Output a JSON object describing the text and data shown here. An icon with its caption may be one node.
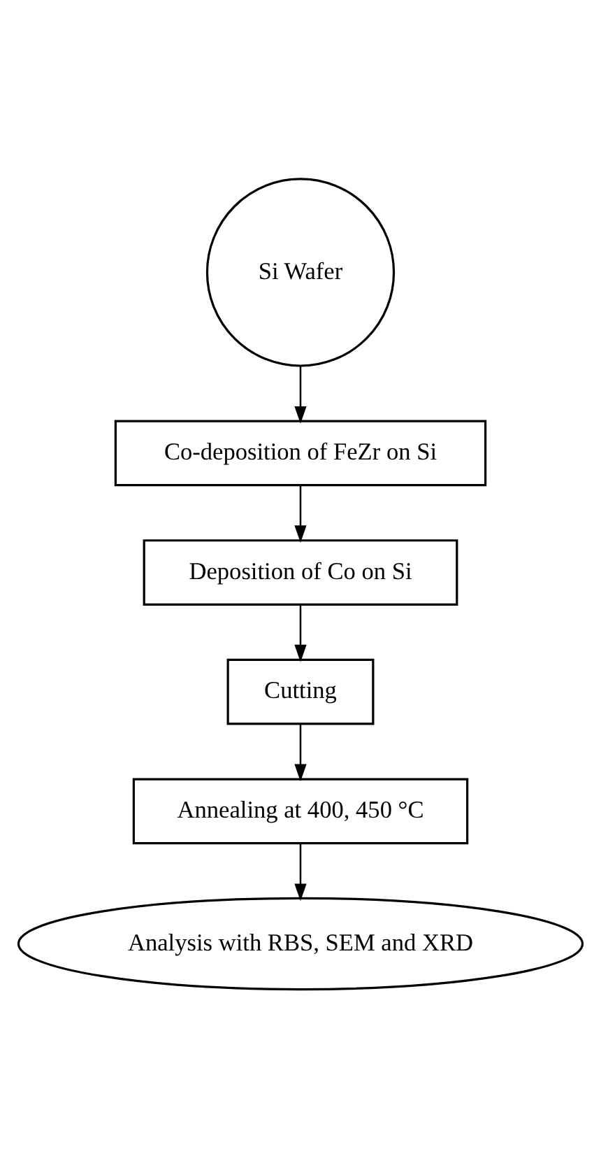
{
  "diagram": {
    "nodes": [
      {
        "text": [
          "Si Wafer"
        ]
      },
      {
        "text": [
          "Co-deposition of FeZr on Si"
        ]
      },
      {
        "text": [
          "Deposition of Co on Si"
        ]
      },
      {
        "text": [
          "Cutting"
        ]
      },
      {
        "text": [
          "Annealing at 400, 450 °C"
        ]
      },
      {
        "text": [
          "Analysis with RBS, SEM and XRD"
        ]
      }
    ],
    "edges": [
      {
        "from": 0,
        "to": 1,
        "arrow": "to"
      },
      {
        "from": 1,
        "to": 2,
        "arrow": "to"
      },
      {
        "from": 2,
        "to": 3,
        "arrow": "to"
      },
      {
        "from": 3,
        "to": 4,
        "arrow": "to"
      },
      {
        "from": 4,
        "to": 5,
        "arrow": "to"
      }
    ]
  }
}
